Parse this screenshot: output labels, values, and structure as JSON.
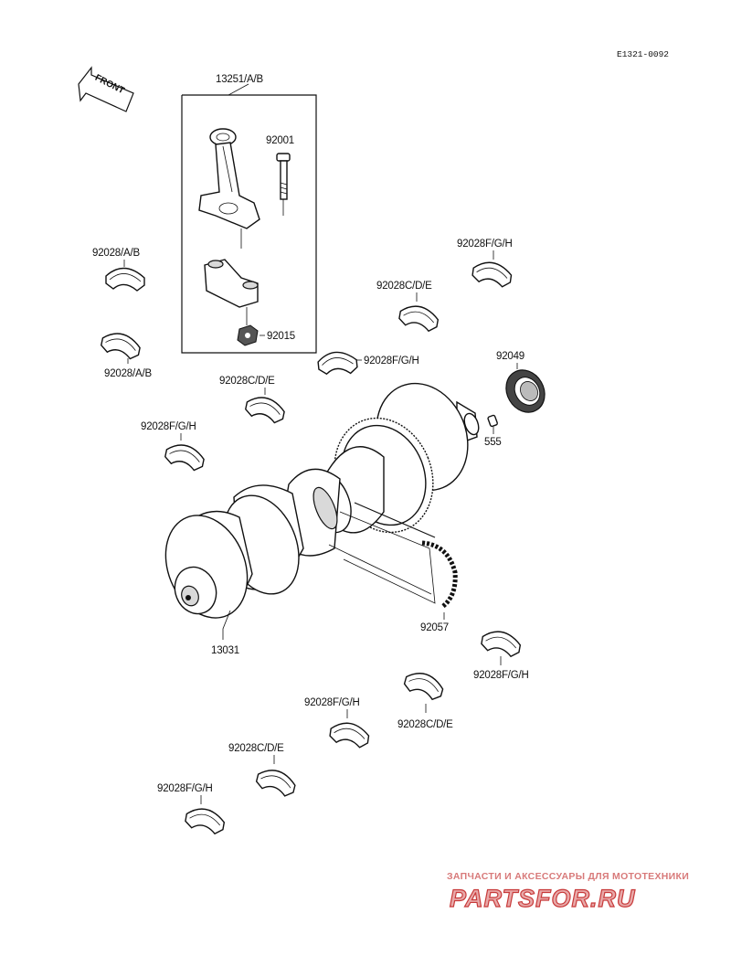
{
  "diagram_code": "E1321-0092",
  "front_label": "FRONT",
  "labels": {
    "conrod_assy": "13251/A/B",
    "bolt": "92001",
    "nut": "92015",
    "crankshaft": "13031",
    "chain": "92057",
    "oil_seal": "92049",
    "pin": "555",
    "bearing_ab_top": "92028/A/B",
    "bearing_ab_bottom": "92028/A/B",
    "bearing_fgh_top_right": "92028F/G/H",
    "bearing_cde_upper_right": "92028C/D/E",
    "bearing_fgh_mid": "92028F/G/H",
    "bearing_cde_mid": "92028C/D/E",
    "bearing_fgh_left": "92028F/G/H",
    "bearing_fgh_lower_right": "92028F/G/H",
    "bearing_cde_lower": "92028C/D/E",
    "bearing_fgh_lower_mid": "92028F/G/H",
    "bearing_cde_bottom": "92028C/D/E",
    "bearing_fgh_bottom": "92028F/G/H"
  },
  "watermark": {
    "tagline": "ЗАПЧАСТИ И АКСЕССУАРЫ ДЛЯ МОТОТЕХНИКИ",
    "brand": "PARTSFOR.RU"
  }
}
